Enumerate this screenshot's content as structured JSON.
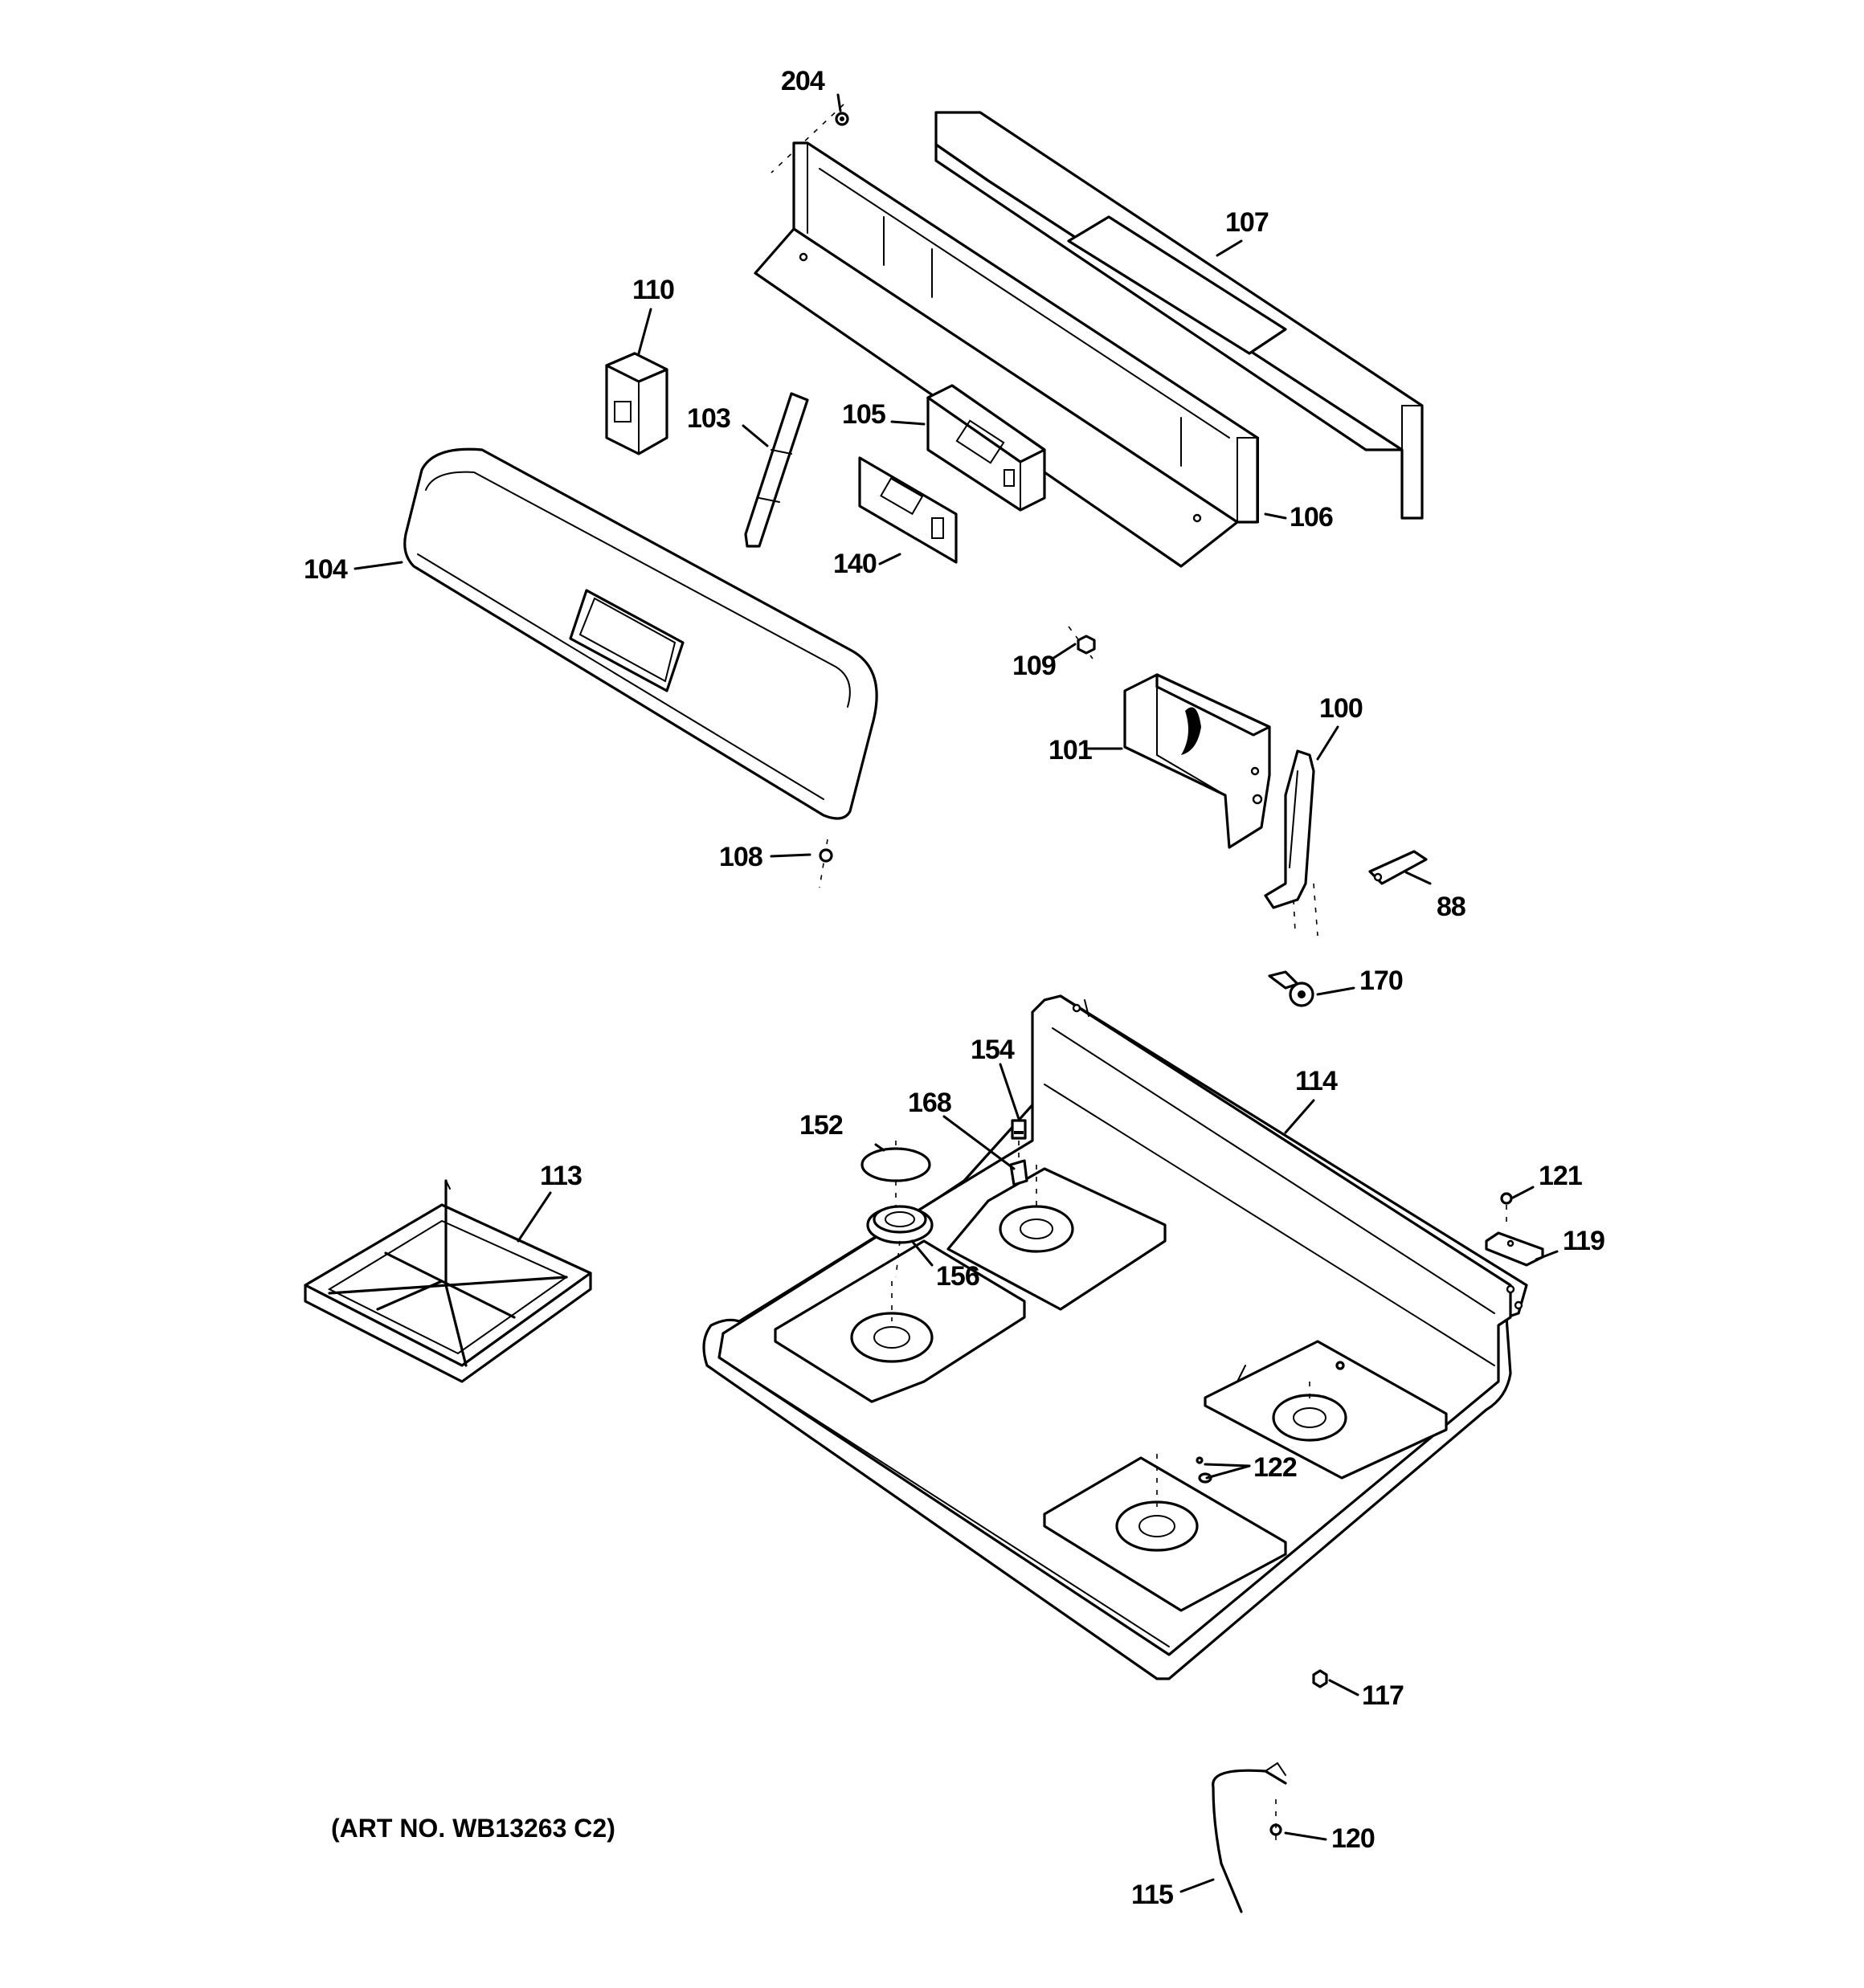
{
  "callouts": {
    "c204": "204",
    "c107": "107",
    "c110": "110",
    "c103": "103",
    "c105": "105",
    "c106": "106",
    "c104": "104",
    "c140": "140",
    "c109": "109",
    "c101": "101",
    "c100": "100",
    "c108": "108",
    "c88": "88",
    "c170": "170",
    "c154": "154",
    "c114": "114",
    "c168": "168",
    "c152": "152",
    "c113": "113",
    "c121": "121",
    "c119": "119",
    "c156": "156",
    "c122": "122",
    "c117": "117",
    "c120": "120",
    "c115": "115"
  },
  "art_number": "(ART NO. WB13263 C2)"
}
